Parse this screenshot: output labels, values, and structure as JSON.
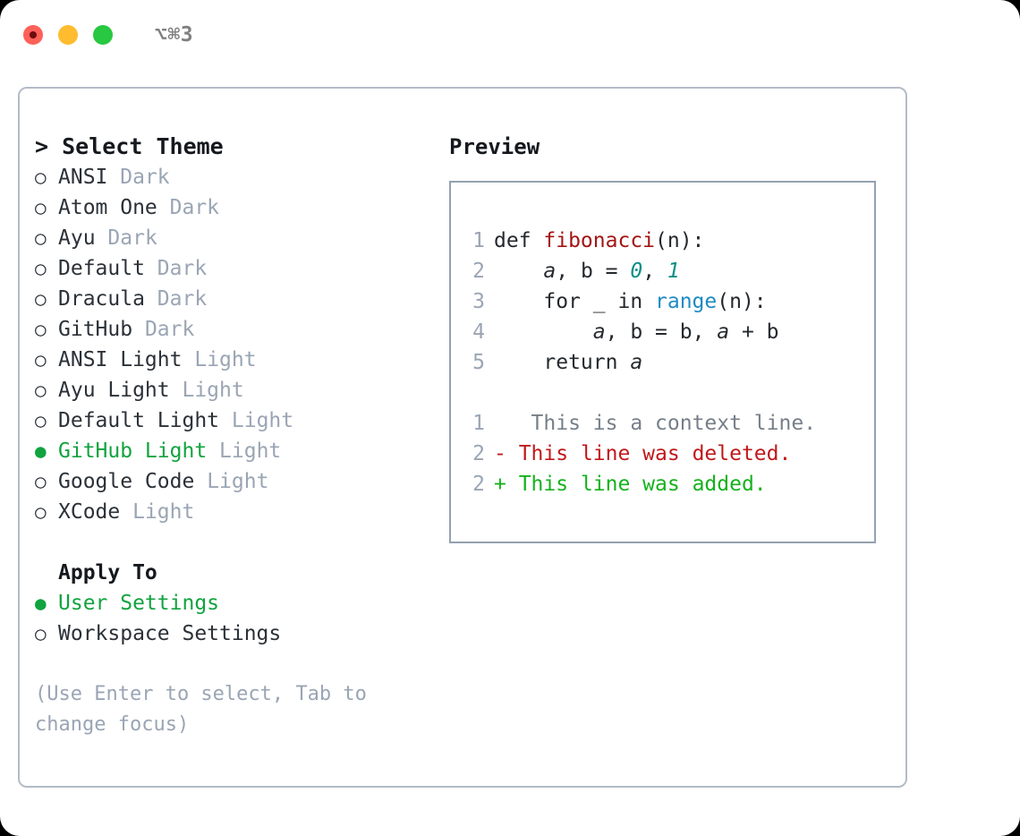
{
  "titlebar": {
    "shortcut": "⌥⌘3",
    "buttons": [
      {
        "name": "close",
        "color": "#ff6058"
      },
      {
        "name": "minimize",
        "color": "#febc2e"
      },
      {
        "name": "maximize",
        "color": "#28c840"
      }
    ]
  },
  "theme_picker": {
    "header": "> Select Theme",
    "selected_bullet": "●",
    "unselected_bullet": "○",
    "items": [
      {
        "name": "ANSI",
        "tag": "Dark",
        "selected": false
      },
      {
        "name": "Atom One",
        "tag": "Dark",
        "selected": false
      },
      {
        "name": "Ayu",
        "tag": "Dark",
        "selected": false
      },
      {
        "name": "Default",
        "tag": "Dark",
        "selected": false
      },
      {
        "name": "Dracula",
        "tag": "Dark",
        "selected": false
      },
      {
        "name": "GitHub",
        "tag": "Dark",
        "selected": false
      },
      {
        "name": "ANSI Light",
        "tag": "Light",
        "selected": false
      },
      {
        "name": "Ayu Light",
        "tag": "Light",
        "selected": false
      },
      {
        "name": "Default Light",
        "tag": "Light",
        "selected": false
      },
      {
        "name": "GitHub Light",
        "tag": "Light",
        "selected": true
      },
      {
        "name": "Google Code",
        "tag": "Light",
        "selected": false
      },
      {
        "name": "XCode",
        "tag": "Light",
        "selected": false
      }
    ]
  },
  "apply_to": {
    "header": "Apply To",
    "items": [
      {
        "name": "User Settings",
        "selected": true
      },
      {
        "name": "Workspace Settings",
        "selected": false
      }
    ]
  },
  "hint": "(Use Enter to select, Tab to change focus)",
  "preview": {
    "title": "Preview",
    "code_lines": [
      {
        "lno": "1",
        "tokens": [
          {
            "t": "def ",
            "k": "plain"
          },
          {
            "t": "fibonacci",
            "k": "fn"
          },
          {
            "t": "(n):",
            "k": "plain"
          }
        ]
      },
      {
        "lno": "2",
        "tokens": [
          {
            "t": "    ",
            "k": "plain"
          },
          {
            "t": "a",
            "k": "var"
          },
          {
            "t": ", b = ",
            "k": "plain"
          },
          {
            "t": "0",
            "k": "num"
          },
          {
            "t": ", ",
            "k": "plain"
          },
          {
            "t": "1",
            "k": "num"
          }
        ]
      },
      {
        "lno": "3",
        "tokens": [
          {
            "t": "    for _ in ",
            "k": "plain"
          },
          {
            "t": "range",
            "k": "kw"
          },
          {
            "t": "(n):",
            "k": "plain"
          }
        ]
      },
      {
        "lno": "4",
        "tokens": [
          {
            "t": "        ",
            "k": "plain"
          },
          {
            "t": "a",
            "k": "var"
          },
          {
            "t": ", b = b, ",
            "k": "plain"
          },
          {
            "t": "a",
            "k": "var"
          },
          {
            "t": " + b",
            "k": "plain"
          }
        ]
      },
      {
        "lno": "5",
        "tokens": [
          {
            "t": "    return ",
            "k": "plain"
          },
          {
            "t": "a",
            "k": "var"
          }
        ]
      }
    ],
    "diff_lines": [
      {
        "lno": "1",
        "marker": " ",
        "text": "  This is a context line.",
        "kind": "context"
      },
      {
        "lno": "2",
        "marker": "-",
        "text": " This line was deleted.",
        "kind": "deleted"
      },
      {
        "lno": "2",
        "marker": "+",
        "text": " This line was added.",
        "kind": "added"
      }
    ]
  },
  "colors": {
    "accent_green": "#11a33f",
    "muted": "#9aa5b4",
    "border": "#b3bcc7",
    "preview_border": "#94a1b0",
    "fn_red": "#a31515",
    "num_teal": "#0b8f84",
    "kw_blue": "#1e8bc3",
    "diff_del": "#c0191b",
    "diff_add": "#14b21c"
  }
}
